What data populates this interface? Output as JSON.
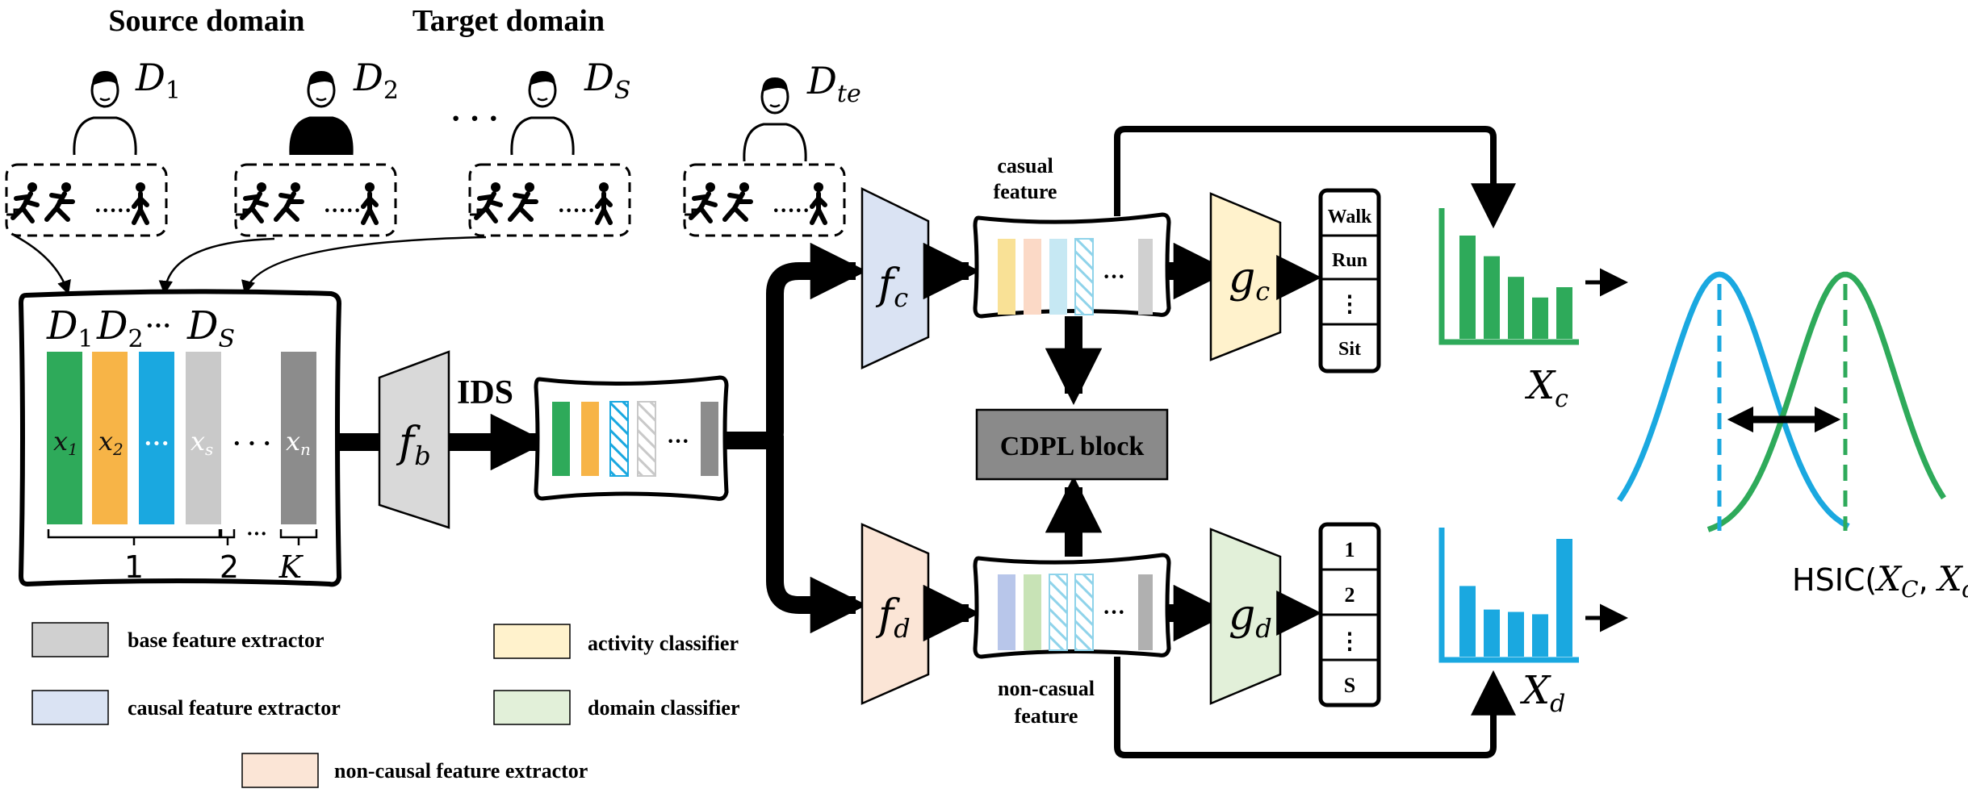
{
  "headings": {
    "source": "Source domain",
    "target": "Target domain"
  },
  "domains": {
    "d1": {
      "base": "D",
      "sub": "1"
    },
    "d2": {
      "base": "D",
      "sub": "2"
    },
    "ds": {
      "base": "D",
      "sub": "S"
    },
    "dte": {
      "base": "D",
      "sub": "te"
    },
    "ellipsis": "· · ·",
    "activity_dots": "·····"
  },
  "input_box": {
    "d1": {
      "base": "D",
      "sub": "1"
    },
    "d2": {
      "base": "D",
      "sub": "2"
    },
    "dots": "···",
    "ds": {
      "base": "D",
      "sub": "S"
    },
    "x1": {
      "base": "x",
      "sub": "1"
    },
    "x2": {
      "base": "x",
      "sub": "2"
    },
    "xs": {
      "base": "x",
      "sub": "s"
    },
    "xn": {
      "base": "x",
      "sub": "n"
    },
    "mid_dots": "···",
    "gap_dots": "· · ·",
    "brace_1": "1",
    "brace_2": "2",
    "brace_k": "K",
    "brace_dots": "···"
  },
  "modules": {
    "fb": {
      "base": "f",
      "sub": "b"
    },
    "fc": {
      "base": "f",
      "sub": "c"
    },
    "fd": {
      "base": "f",
      "sub": "d"
    },
    "gc": {
      "base": "g",
      "sub": "c"
    },
    "gd": {
      "base": "g",
      "sub": "d"
    },
    "ids": "IDS",
    "cdpl": "CDPL block",
    "causal_label": [
      "casual",
      "feature"
    ],
    "noncausal_label": [
      "non-casual",
      "feature"
    ],
    "dots": "···"
  },
  "activity_list": [
    "Walk",
    "Run",
    "⋮",
    "Sit"
  ],
  "domain_list": [
    "1",
    "2",
    "⋮",
    "S"
  ],
  "outputs": {
    "xc": {
      "base": "X",
      "sub": "c"
    },
    "xd": {
      "base": "X",
      "sub": "d"
    },
    "hsic": {
      "prefix": "HSIC(",
      "a": "X",
      "a_sub": "C",
      "comma": ", ",
      "b": "X",
      "b_sub": "d",
      "suffix": ")"
    }
  },
  "legend": [
    {
      "label": "base feature extractor",
      "color": "#d0d0d0"
    },
    {
      "label": "causal feature extractor",
      "color": "#dae3f3"
    },
    {
      "label": "non-causal feature extractor",
      "color": "#fbe5d6"
    },
    {
      "label": "activity classifier",
      "color": "#fff2cc"
    },
    {
      "label": "domain classifier",
      "color": "#e2f0d9"
    }
  ],
  "colors": {
    "green": "#2eaa5a",
    "orange": "#f7b447",
    "blue": "#1aa8e0",
    "grey_bar": "#8c8c8c",
    "light_grey_bar": "#c9c9c9",
    "causal_yellow": "#f9e196",
    "causal_peach": "#fbd9c6",
    "causal_cyan": "#c6e8f3",
    "noncausal_blue": "#b8c6ea",
    "noncausal_green": "#c8e3b6",
    "hist_green": "#2eaa5a",
    "hist_blue": "#1aa8e0",
    "cdpl_fill": "#8a8a8a",
    "fb_fill": "#d9d9d9",
    "fc_fill": "#dae3f3",
    "fd_fill": "#fbe5d6",
    "gc_fill": "#fff2cc",
    "gd_fill": "#e2f0d9"
  },
  "histograms": {
    "xc_values": [
      1.0,
      0.8,
      0.6,
      0.4,
      0.5
    ],
    "xd_values": [
      0.6,
      0.4,
      0.38,
      0.36,
      1.0
    ]
  }
}
